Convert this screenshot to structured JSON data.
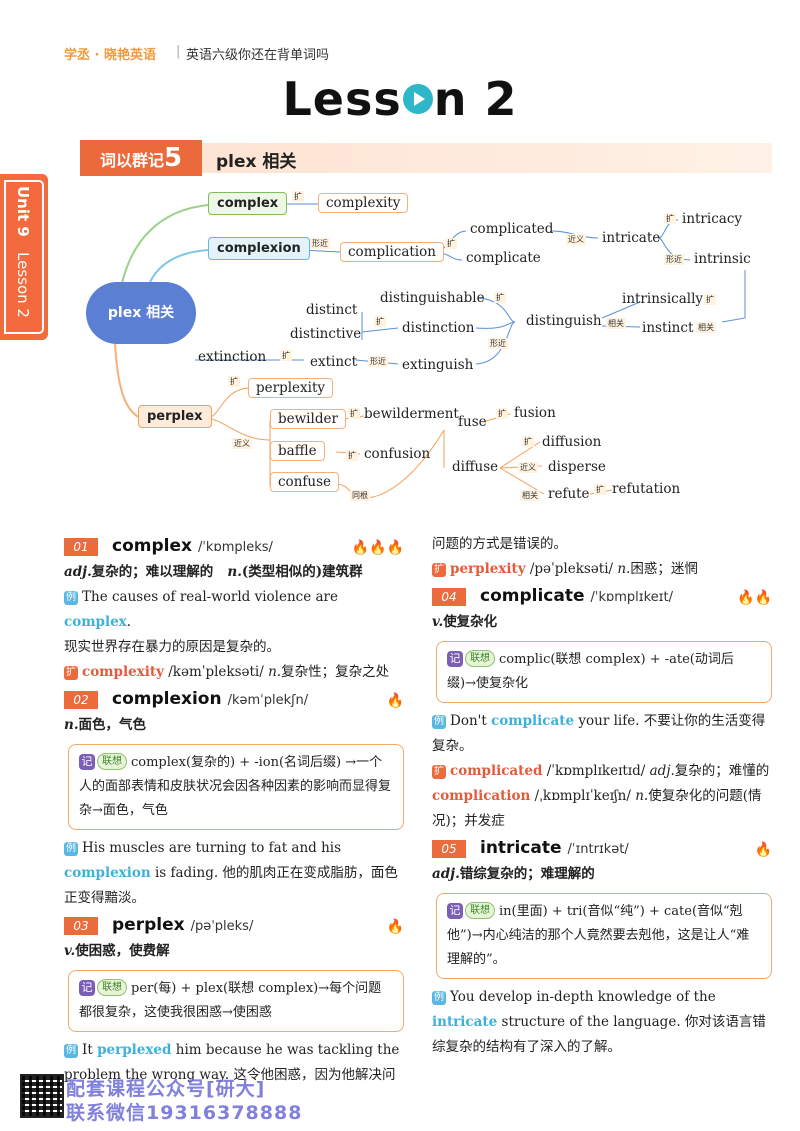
{
  "header": {
    "brand": "学丞 · 晓艳英语",
    "separator": "|",
    "book_title": "英语六级你还在背单词吗"
  },
  "lesson": {
    "title_part1": "Less",
    "title_part2": "n 2"
  },
  "banner": {
    "label": "词以群记",
    "number": "5",
    "topic": "plex 相关"
  },
  "side_tab": {
    "unit": "Unit 9",
    "lesson": "Lesson 2"
  },
  "mindmap": {
    "center": "plex 相关",
    "nodes": {
      "complex": "complex",
      "complexity": "complexity",
      "complexion": "complexion",
      "complication": "complication",
      "complicated": "complicated",
      "complicate": "complicate",
      "intricate": "intricate",
      "intricacy": "intricacy",
      "intrinsic": "intrinsic",
      "intrinsically": "intrinsically",
      "instinct": "instinct",
      "distinguishable": "distinguishable",
      "distinct": "distinct",
      "distinctive": "distinctive",
      "distinction": "distinction",
      "distinguish": "distinguish",
      "extinction": "extinction",
      "extinct": "extinct",
      "extinguish": "extinguish",
      "perplex": "perplex",
      "perplexity": "perplexity",
      "bewilder": "bewilder",
      "bewilderment": "bewilderment",
      "baffle": "baffle",
      "confuse": "confuse",
      "confusion": "confusion",
      "fuse": "fuse",
      "fusion": "fusion",
      "diffuse": "diffuse",
      "diffusion": "diffusion",
      "disperse": "disperse",
      "refute": "refute",
      "refutation": "refutation"
    },
    "tags": {
      "expand": "扩",
      "similar_form": "形近",
      "synonym": "近义",
      "related": "相关",
      "same_root": "同根"
    }
  },
  "entries": {
    "e1": {
      "num": "01",
      "word": "complex",
      "phonetic": "/ˈkɒmpleks/",
      "flames": "🔥🔥🔥",
      "pos1": "adj.",
      "def1": "复杂的；难以理解的",
      "pos2": "n.",
      "def2": "(类型相似的)建筑群",
      "ex_mark": "例",
      "ex_pre": "The causes of real-world violence are ",
      "ex_hl": "complex",
      "ex_post": ".",
      "ex_cn": "现实世界存在暴力的原因是复杂的。",
      "ext_mark": "扩",
      "ext_word": "complexity",
      "ext_phon": "/kəmˈpleksəti/",
      "ext_pos": "n.",
      "ext_def": "复杂性；复杂之处"
    },
    "e2": {
      "num": "02",
      "word": "complexion",
      "phonetic": "/kəmˈplekʃn/",
      "flames": "🔥",
      "pos": "n.",
      "def": "面色，气色",
      "memo_tag": "联想",
      "memo": "complex(复杂的) + -ion(名词后缀) →一个人的面部表情和皮肤状况会因各种因素的影响而显得复杂→面色，气色",
      "ex_mark": "例",
      "ex_pre": "His muscles are turning to fat and his ",
      "ex_hl": "complexion",
      "ex_post": " is fading. 他的肌肉正在变成脂肪，面色正变得黯淡。"
    },
    "e3": {
      "num": "03",
      "word": "perplex",
      "phonetic": "/pəˈpleks/",
      "flames": "🔥",
      "pos": "v.",
      "def": "使困惑，使费解",
      "memo_tag": "联想",
      "memo": "per(每) + plex(联想 complex)→每个问题都很复杂，这使我很困惑→使困惑",
      "ex_mark": "例",
      "ex_pre": "It ",
      "ex_hl": "perplexed",
      "ex_post": " him because he was tackling the problem the wrong way. 这令他困惑，因为他解决问题的方式是错误的。",
      "ext_mark": "扩",
      "ext_word": "perplexity",
      "ext_phon": "/pəˈpleksəti/",
      "ext_pos": "n.",
      "ext_def": "困惑；迷惘"
    },
    "e4": {
      "num": "04",
      "word": "complicate",
      "phonetic": "/ˈkɒmplɪkeɪt/",
      "flames": "🔥🔥",
      "pos": "v.",
      "def": "使复杂化",
      "memo_tag": "联想",
      "memo": "complic(联想 complex) + -ate(动词后缀)→使复杂化",
      "ex_mark": "例",
      "ex_pre": "Don't ",
      "ex_hl": "complicate",
      "ex_post": " your life. 不要让你的生活变得复杂。",
      "ext_mark": "扩",
      "ext_word1": "complicated",
      "ext_phon1": "/ˈkɒmplɪkeɪtɪd/",
      "ext_pos1": "adj.",
      "ext_def1": "复杂的；难懂的",
      "ext_word2": "complication",
      "ext_phon2": "/ˌkɒmplɪˈkeɪʃn/",
      "ext_pos2": "n.",
      "ext_def2": "使复杂化的问题(情况)；并发症"
    },
    "e5": {
      "num": "05",
      "word": "intricate",
      "phonetic": "/ˈɪntrɪkət/",
      "flames": "🔥",
      "pos": "adj.",
      "def": "错综复杂的；难理解的",
      "memo_tag": "联想",
      "memo": "in(里面) + tri(音似“纯”) + cate(音似“剋他”)→内心纯洁的那个人竟然要去剋他，这是让人“难理解的”。",
      "ex_mark": "例",
      "ex_pre": "You develop in-depth knowledge of the ",
      "ex_hl": "intricate",
      "ex_post": " structure of the language. 你对该语言错综复杂的结构有了深入的了解。"
    }
  },
  "footer": {
    "line1": "配套课程公众号[研大]",
    "line2": "联系微信19316378888"
  }
}
